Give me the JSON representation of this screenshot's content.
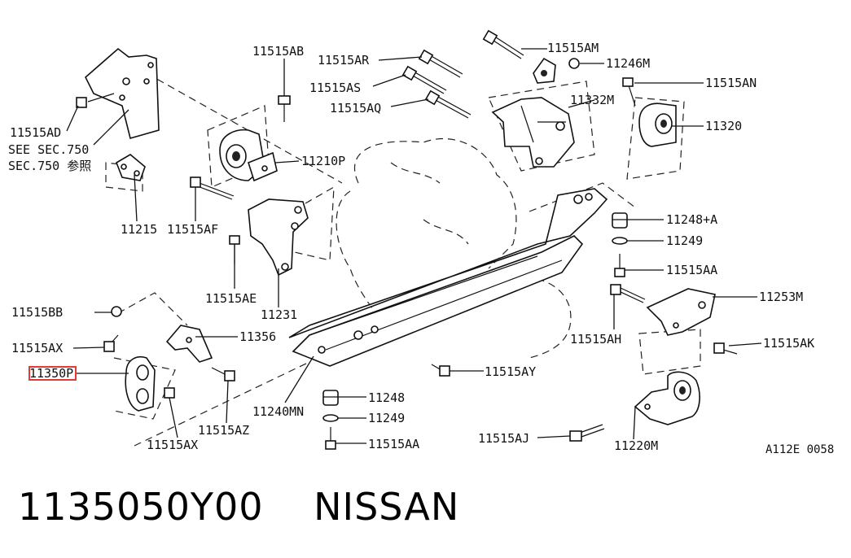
{
  "diagram": {
    "labels": {
      "p11515AB": "11515AB",
      "p11515AR": "11515AR",
      "p11515AM": "11515AM",
      "p11246M": "11246M",
      "p11515AS": "11515AS",
      "p11515AN": "11515AN",
      "p11515AQ": "11515AQ",
      "p11332M": "11332M",
      "p11320": "11320",
      "p11515AD": "11515AD",
      "see1": "SEE SEC.750",
      "see2": "SEC.750 参照",
      "p11210P": "11210P",
      "p11215": "11215",
      "p11515AF": "11515AF",
      "p11248A": "11248+A",
      "p11249a": "11249",
      "p11515AAa": "11515AA",
      "p11515AE": "11515AE",
      "p11231": "11231",
      "p11253M": "11253M",
      "p11515BB": "11515BB",
      "p11356": "11356",
      "p11515AH": "11515AH",
      "p11515AK": "11515AK",
      "p11515AX1": "11515AX",
      "p11350P": "11350P",
      "p11515AY": "11515AY",
      "p11248": "11248",
      "p11240MN": "11240MN",
      "p11249b": "11249",
      "p11515AZ": "11515AZ",
      "p11515AJ": "11515AJ",
      "p11220M": "11220M",
      "p11515AX2": "11515AX",
      "p11515AAb": "11515AA",
      "code": "A112E 0058"
    },
    "highlight_color": "#e53935"
  },
  "footer": {
    "part_number": "1135050Y00",
    "brand": "NISSAN"
  }
}
